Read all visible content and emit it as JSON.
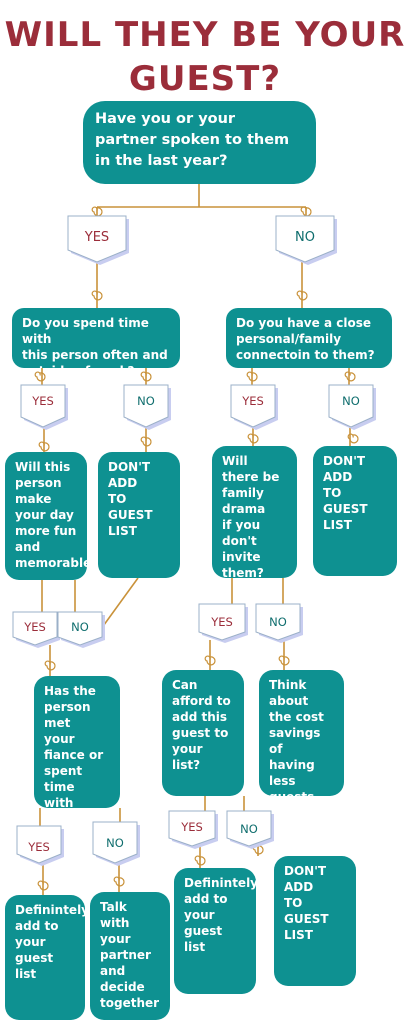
{
  "title": {
    "line1": "WILL THEY BE YOUR",
    "line2": "GUEST?"
  },
  "nodes": {
    "q1": "Have you or your\npartner spoken to them\nin the last year?",
    "q2": "Do you spend time with\nthis person often and\noutside of work?",
    "q3": "Do you have a close\npersonal/family\nconnectoin to them?",
    "q4": "Will this\nperson make\nyour day\nmore fun and\nmemorable?",
    "r1": "DON'T ADD\nTO GUEST\nLIST",
    "q5": "Will there be\nfamily drama\nif you don't\ninvite them?",
    "r2": "DON'T ADD\nTO GUEST\nLIST",
    "q6": "Has the\nperson met\nyour fiance or\nspent time\nwith him/her",
    "q7": "Can afford to\nadd this\nguest to your\nlist?",
    "r3": "Think about\nthe cost\nsavings of\nhaving less\nguests.\n\nDON'T ADD!",
    "r4": "Definintely\nadd to your\nguest list",
    "r5": "Talk with\nyour partner\nand decide\ntogether",
    "r6": "Definintely\nadd to your\nguest list",
    "r7": "DON'T ADD\nTO GUEST\nLIST"
  },
  "answers": {
    "yes": "YES",
    "no": "NO"
  },
  "colors": {
    "teal": "#0e9191",
    "maroon": "#9b2d3a",
    "gold": "#c9923a",
    "tagBorder": "#9bb0c8",
    "tagShadow": "#c8cdf0"
  }
}
